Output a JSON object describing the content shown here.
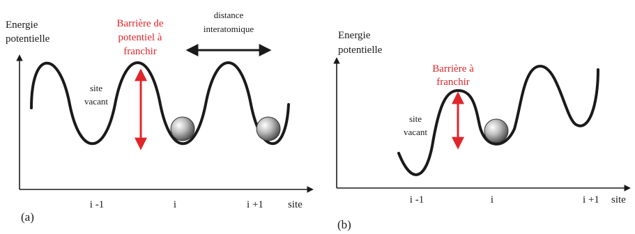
{
  "colors": {
    "curve": "#1a1a1a",
    "barrier": "#e0262b",
    "text": "#1a1a1a"
  },
  "panel_a": {
    "tag": "(a)",
    "y_axis_label_line1": "Energie",
    "y_axis_label_line2": "potentielle",
    "x_axis_label": "site",
    "barrier_label_line1": "Barrière de",
    "barrier_label_line2": "potentiel à",
    "barrier_label_line3": "franchir",
    "distance_label_line1": "distance",
    "distance_label_line2": "interatomique",
    "vacancy_label_line1": "site",
    "vacancy_label_line2": "vacant",
    "ticks": [
      "i -1",
      "i",
      "i +1"
    ]
  },
  "panel_b": {
    "tag": "(b)",
    "y_axis_label_line1": "Energie",
    "y_axis_label_line2": "potentielle",
    "x_axis_label": "site",
    "barrier_label_line1": "Barrière à",
    "barrier_label_line2": "franchir",
    "vacancy_label_line1": "site",
    "vacancy_label_line2": "vacant",
    "ticks": [
      "i -1",
      "i",
      "i +1"
    ]
  }
}
